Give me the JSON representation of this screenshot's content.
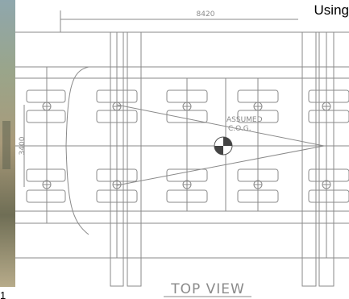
{
  "diagram": {
    "view_title": "TOP VIEW",
    "dimension_top": "8420",
    "dimension_left": "3400",
    "cog_label_line1": "ASSUMED",
    "cog_label_line2": "C.O.G."
  },
  "page": {
    "heading_fragment": "Using",
    "footer_fragment": "1"
  }
}
